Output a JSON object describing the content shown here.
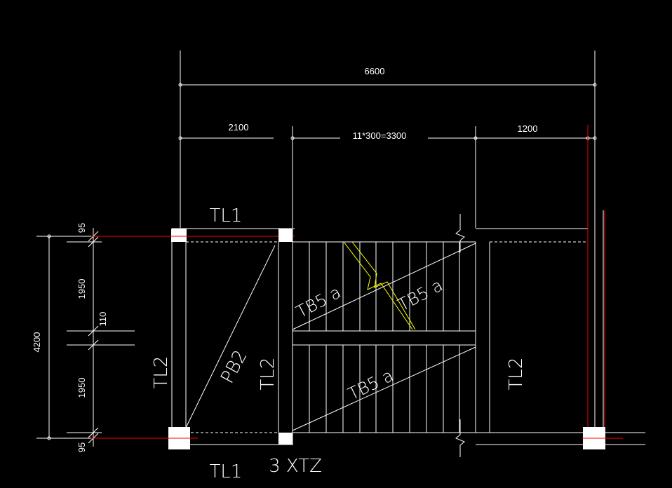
{
  "drawing": {
    "dimensions": {
      "overall_width": "6600",
      "span_left": "2100",
      "span_steps": "11*300=3300",
      "span_right": "1200",
      "overall_height": "4200",
      "edge_top": "95",
      "flight_upper": "1950",
      "landing_beam": "110",
      "flight_lower": "1950",
      "edge_bottom": "95"
    },
    "labels": {
      "tl1_top": "TL1",
      "tl1_bottom": "TL1",
      "tl2_left": "TL2",
      "tl2_mid": "TL2",
      "tl2_right": "TL2",
      "pb2": "PB2",
      "tb5a_upper_left": "TB5 a",
      "tb5a_upper_right": "TB5 a",
      "tb5a_lower": "TB5 a",
      "column": "3 XTZ"
    },
    "colors": {
      "background": "#000000",
      "lines": "#ffffff",
      "axis": "#ff0000",
      "break_line": "#ffff00"
    }
  }
}
